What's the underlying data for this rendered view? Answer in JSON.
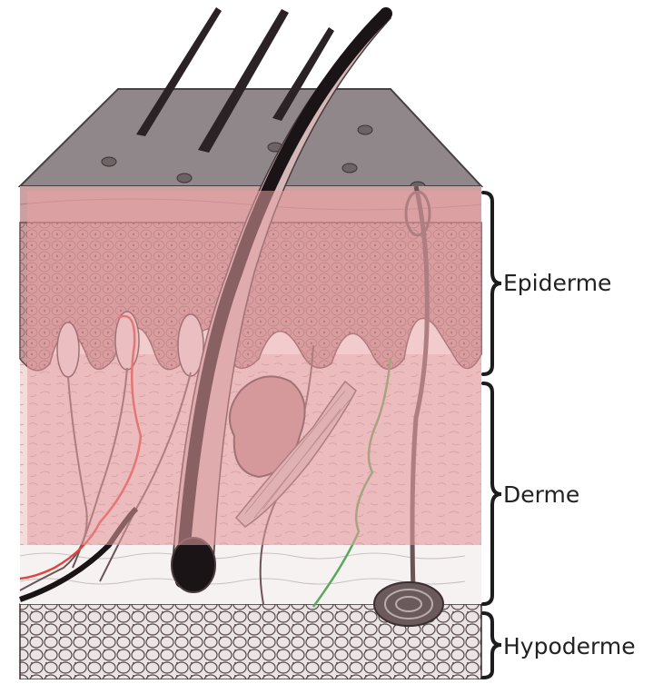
{
  "diagram": {
    "labels": {
      "epidermis": "Epiderme",
      "dermis": "Derme",
      "hypodermis": "Hypoderme"
    },
    "colors": {
      "surface_top": "#8f8789",
      "highlight_overlay": "#e8a0a4",
      "dermis_base": "#f3e6e6",
      "hypodermis_base": "#e7e1e1",
      "hair": "#1a1416",
      "sensory_nerve": "#e0463c",
      "green_nerve": "#5aa85c",
      "outline": "#3a2e30"
    }
  }
}
